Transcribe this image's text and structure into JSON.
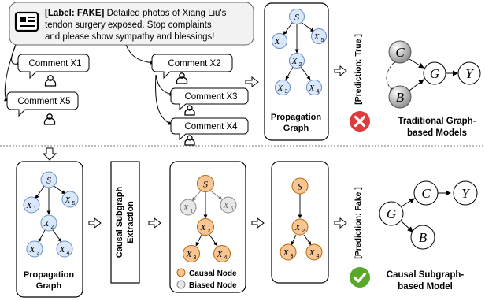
{
  "top": {
    "post": {
      "label_prefix": "[Label: FAKE]",
      "line1_rest": " Detailed photos of Xiang Liu's",
      "line2": "tendon surgery exposed. Stop complaints",
      "line3": "and please show sympathy and blessings!"
    },
    "comments": [
      "Comment  X1",
      "Comment  X5",
      "Comment  X2",
      "Comment  X3",
      "Comment  X4"
    ],
    "propagation_graph_label_line1": "Propagation",
    "propagation_graph_label_line2": "Graph",
    "prediction_label": "[Prediction: True ]",
    "model_label_line1": "Traditional Graph-",
    "model_label_line2": "based Models",
    "result_icon": "cross-icon"
  },
  "bottom": {
    "propagation_graph_label_line1": "Propagation",
    "propagation_graph_label_line2": "Graph",
    "extraction_label_line1": "Causal Subgraph",
    "extraction_label_line2": "Extraction",
    "legend": {
      "causal_node": "Causal Node",
      "biased_node": "Biased Node"
    },
    "prediction_label": "[Prediction: Fake ]",
    "model_label_line1": "Causal Subgraph-",
    "model_label_line2": "based Model",
    "result_icon": "check-icon"
  },
  "nodes": {
    "s": "S",
    "x1": "X",
    "x1_sub": "1",
    "x2": "X",
    "x2_sub": "2",
    "x3": "X",
    "x3_sub": "3",
    "x4": "X",
    "x4_sub": "4",
    "x5": "X",
    "x5_sub": "5",
    "c": "C",
    "b": "B",
    "g": "G",
    "y": "Y"
  },
  "colors": {
    "blue_fill": "#dae8fc",
    "blue_stroke": "#6c8ebf",
    "orange_fill": "#f8c594",
    "orange_stroke": "#b46504",
    "gray_fill": "#e8e8e8",
    "red": "#e03a3e",
    "green": "#5aa82a"
  }
}
